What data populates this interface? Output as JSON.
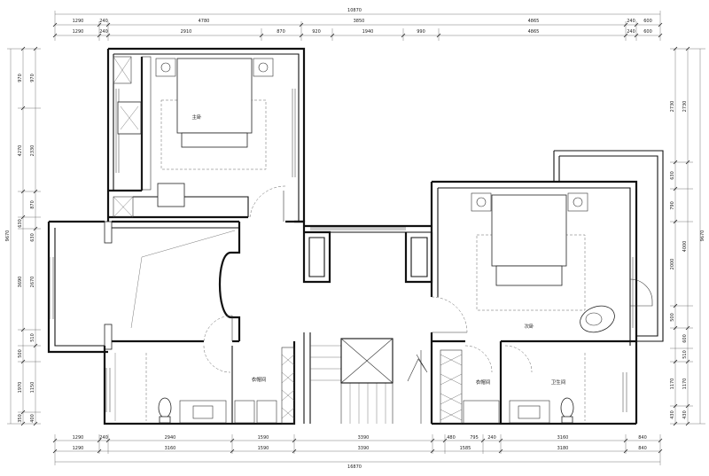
{
  "dimensions": {
    "top_total": "10870",
    "top_row1": [
      "1290",
      "240",
      "4780",
      "3850",
      "4865",
      "240",
      "600"
    ],
    "top_row2": [
      "1290",
      "240",
      "2910",
      "870",
      "920",
      "1940",
      "990",
      "4865",
      "240",
      "600"
    ],
    "bottom_row1": [
      "1290",
      "240",
      "2940",
      "1590",
      "3390",
      "480",
      "795",
      "240",
      "3160",
      "840"
    ],
    "bottom_row2": [
      "1290",
      "3160",
      "1590",
      "3390",
      "1585",
      "3180",
      "840"
    ],
    "bottom_total": "16870",
    "left_outer": "9670",
    "left_col1": [
      "970",
      "4270",
      "2330",
      "870",
      "630",
      "3690",
      "2670",
      "510",
      "1970",
      "350"
    ],
    "left_col2": [
      "970",
      "630",
      "1150",
      "500",
      "400"
    ],
    "right_outer": "9670",
    "right_col1": [
      "2730",
      "630",
      "790",
      "2000",
      "500",
      "1170",
      "430"
    ],
    "right_col2": [
      "2730",
      "4000",
      "600",
      "510",
      "1170",
      "430"
    ]
  },
  "rooms": {
    "master_bedroom": "主卧",
    "second_bedroom": "次卧",
    "walkin_closet_left": "衣帽间",
    "walkin_closet_right": "衣帽间",
    "bathroom": "卫生间"
  }
}
